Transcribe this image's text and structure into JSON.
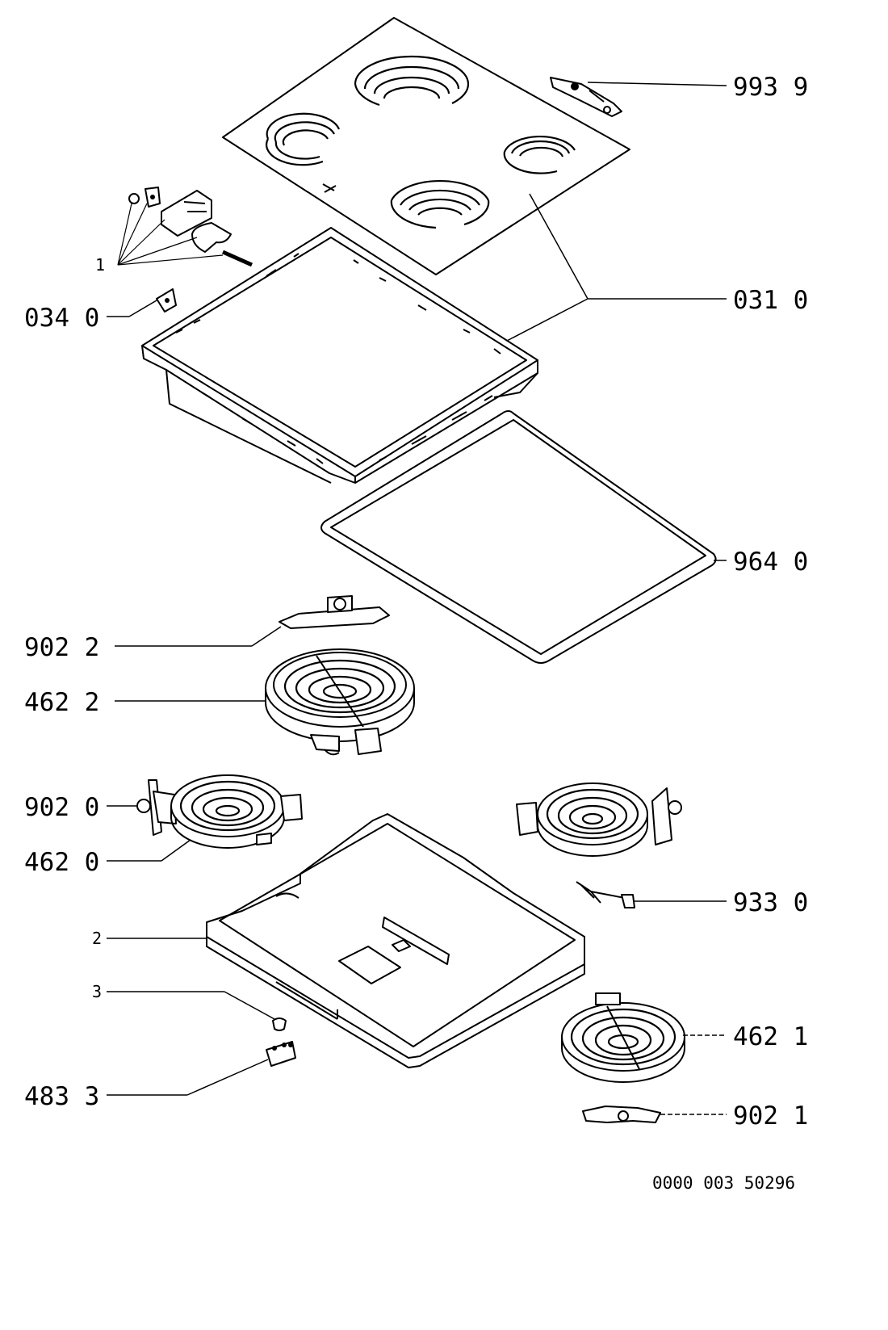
{
  "labels": {
    "l_9939": "993 9",
    "l_0310": "031 0",
    "l_0340": "034 0",
    "l_1": "1",
    "l_9640": "964 0",
    "l_9022": "902 2",
    "l_4622": "462 2",
    "l_9020": "902 0",
    "l_4620": "462 0",
    "l_9330": "933 0",
    "l_2": "2",
    "l_3": "3",
    "l_4621": "462 1",
    "l_4833": "483 3",
    "l_9021": "902 1"
  },
  "drawing_ref": "0000 003 50296"
}
